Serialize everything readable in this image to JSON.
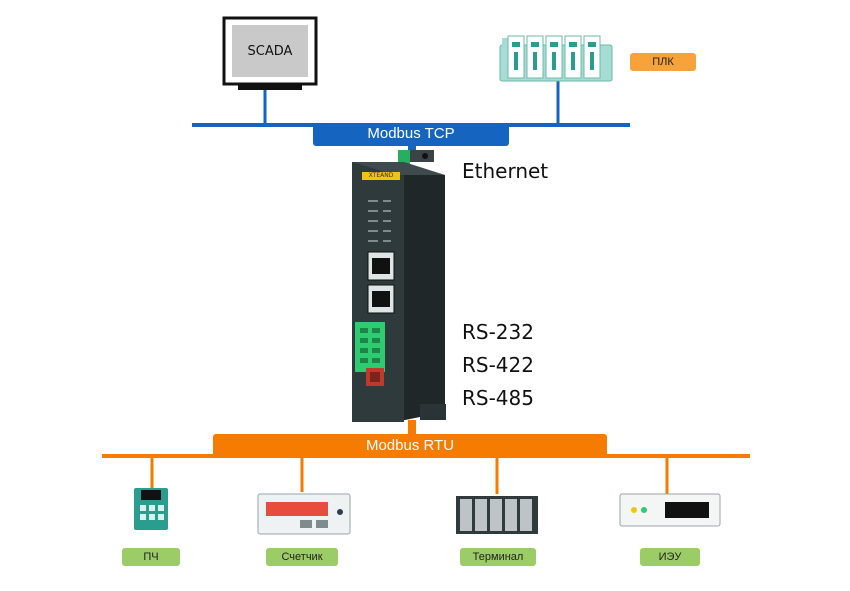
{
  "buses": {
    "tcp": {
      "label": "Modbus TCP",
      "color": "#1565c0"
    },
    "rtu": {
      "label": "Modbus RTU",
      "color": "#f57c00"
    }
  },
  "top_devices": {
    "scada": {
      "label": "SCADA"
    },
    "plc": {
      "tag": "ПЛК",
      "tag_color": "#f9a23a"
    }
  },
  "gateway": {
    "brand": "XTEAND",
    "ethernet_label": "Ethernet",
    "serial_labels": [
      "RS-232",
      "RS-422",
      "RS-485"
    ]
  },
  "bottom_devices": [
    {
      "tag": "ПЧ",
      "icon": "frequency-converter-icon"
    },
    {
      "tag": "Счетчик",
      "icon": "meter-icon"
    },
    {
      "tag": "Терминал",
      "icon": "terminal-icon"
    },
    {
      "tag": "ИЭУ",
      "icon": "ied-icon"
    }
  ],
  "colors": {
    "device_green": "#2a9d8f",
    "tag_green": "#9ccc65",
    "gateway_body": "#2f3a3d"
  }
}
